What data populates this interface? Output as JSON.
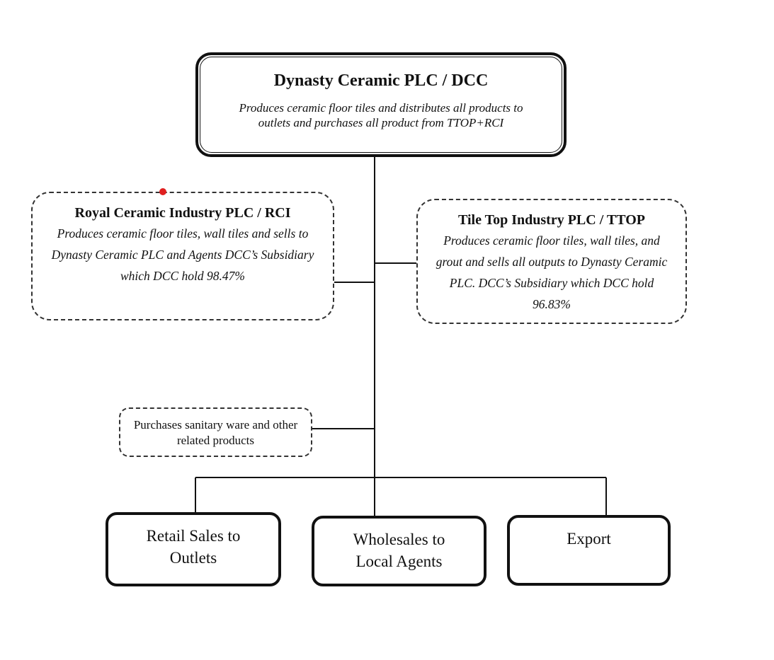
{
  "diagram": {
    "parent": {
      "title": "Dynasty Ceramic PLC / DCC",
      "description": "Produces ceramic floor tiles and distributes all products to outlets and purchases all product from TTOP+RCI"
    },
    "subsidiaries": [
      {
        "title": "Royal Ceramic Industry PLC / RCI",
        "description": "Produces ceramic floor tiles, wall tiles and sells to Dynasty Ceramic PLC and Agents DCC’s Subsidiary which DCC hold 98.47%"
      },
      {
        "title": "Tile Top Industry PLC / TTOP",
        "description": "Produces ceramic floor tiles, wall tiles, and grout and sells all outputs to Dynasty Ceramic PLC. DCC’s Subsidiary which DCC hold 96.83%"
      }
    ],
    "purchases_note": "Purchases sanitary ware and other related products",
    "channels": [
      {
        "label": "Retail Sales to Outlets"
      },
      {
        "label": "Wholesales to Local Agents"
      },
      {
        "label": "Export"
      }
    ],
    "colors": {
      "line": "#111111",
      "marker": "#e02020"
    }
  }
}
